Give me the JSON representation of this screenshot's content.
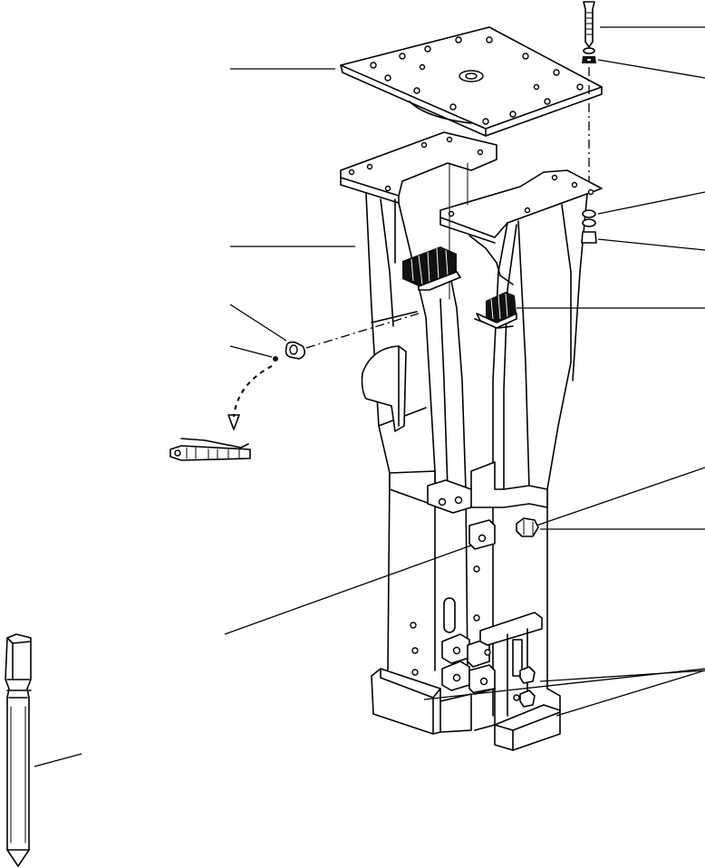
{
  "figure": {
    "labels": []
  },
  "parts": {
    "top_plate": "mounting-plate",
    "main_frame": "bracket-frame",
    "chisel_tool": "chisel-tool",
    "rubber_pad_left": "rubber-pad",
    "rubber_pad_right": "rubber-pad",
    "wear_plate": "wear-plate",
    "bolt": "bolt",
    "nut": "nut",
    "washer": "washer",
    "grease_nipple": "grease-nipple",
    "grease_gun": "grease-gun"
  },
  "colors": {
    "ink": "#000000",
    "paper": "#ffffff",
    "rubber": "#111111"
  }
}
